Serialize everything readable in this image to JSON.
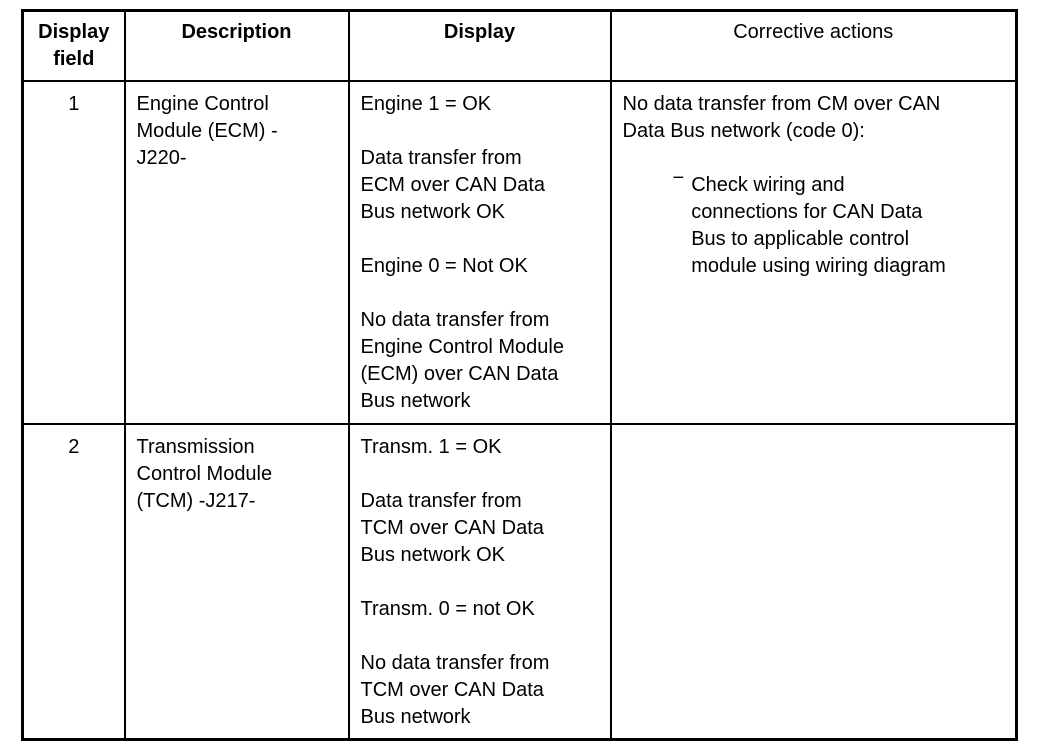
{
  "colors": {
    "background": "#ffffff",
    "border": "#000000",
    "text": "#000000"
  },
  "bullet_marker": "−",
  "table": {
    "headers": [
      {
        "label": "Display\nfield"
      },
      {
        "label": "Description"
      },
      {
        "label": "Display"
      },
      {
        "label": "Corrective actions"
      }
    ],
    "rows": [
      {
        "field": "1",
        "description": "Engine Control\nModule (ECM) -\nJ220-",
        "display": "Engine 1 = OK\n\nData transfer from\nECM over CAN Data\nBus network OK\n\nEngine 0 = Not OK\n\nNo data transfer from\nEngine Control Module\n(ECM) over CAN Data\nBus network",
        "corrective_intro": "No data transfer from CM over CAN\nData Bus network (code 0):",
        "corrective_bullets": [
          "Check wiring and\nconnections for CAN Data\nBus to applicable control\nmodule using wiring diagram"
        ]
      },
      {
        "field": "2",
        "description": "Transmission\nControl Module\n(TCM) -J217-",
        "display": "Transm. 1 = OK\n\nData transfer from\nTCM over CAN Data\nBus network OK\n\nTransm. 0 = not OK\n\nNo data transfer from\nTCM over CAN Data\nBus network",
        "corrective_intro": "",
        "corrective_bullets": []
      }
    ]
  }
}
